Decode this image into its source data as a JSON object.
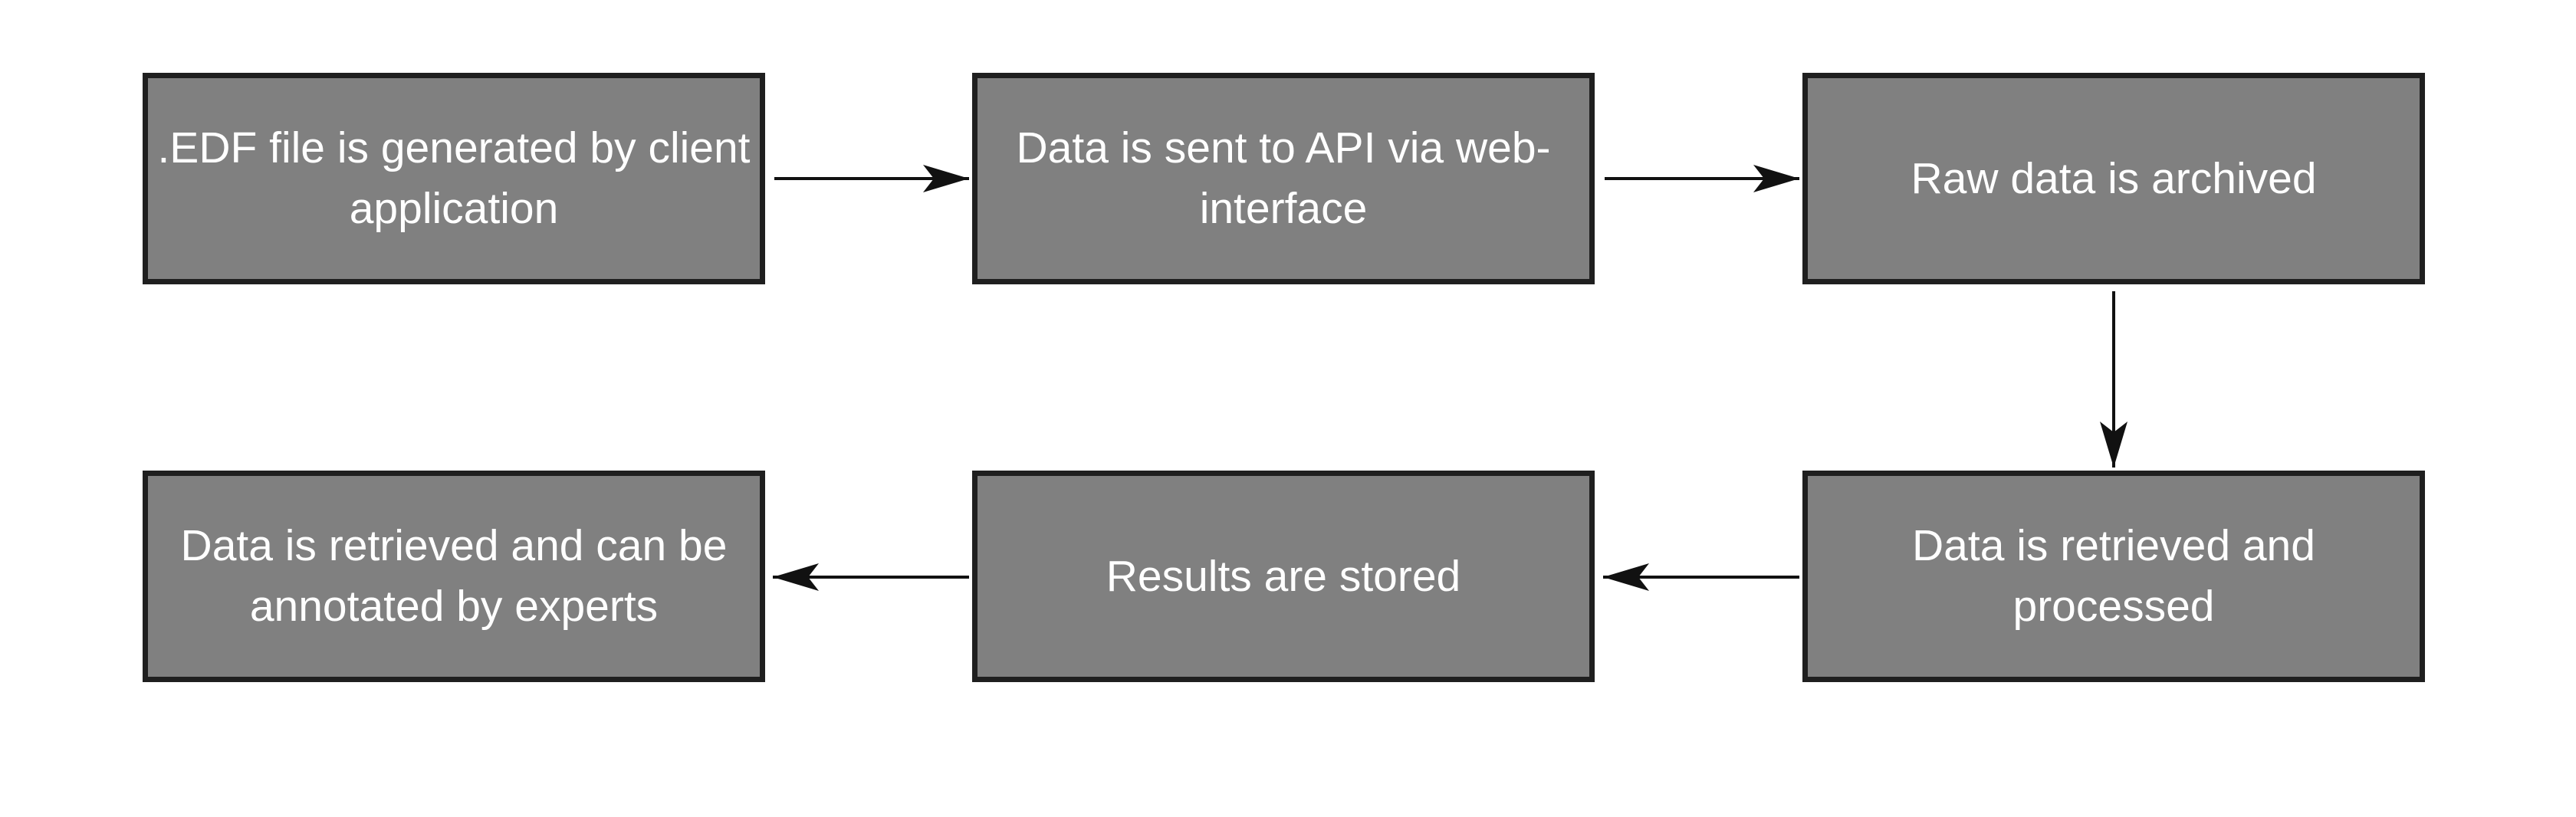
{
  "diagram": {
    "colors": {
      "box_fill": "#808080",
      "box_border": "#1f1f1f",
      "text": "#ffffff",
      "arrow": "#111111",
      "background": "#ffffff"
    },
    "nodes": [
      {
        "id": "n1",
        "label": ".EDF file is generated by client application"
      },
      {
        "id": "n2",
        "label": "Data is sent to API via web-interface"
      },
      {
        "id": "n3",
        "label": "Raw data is archived"
      },
      {
        "id": "n4",
        "label": "Data is retrieved and processed"
      },
      {
        "id": "n5",
        "label": "Results are stored"
      },
      {
        "id": "n6",
        "label": "Data is retrieved and can be annotated by experts"
      }
    ],
    "edges": [
      {
        "from": "n1",
        "to": "n2"
      },
      {
        "from": "n2",
        "to": "n3"
      },
      {
        "from": "n3",
        "to": "n4"
      },
      {
        "from": "n4",
        "to": "n5"
      },
      {
        "from": "n5",
        "to": "n6"
      }
    ]
  }
}
